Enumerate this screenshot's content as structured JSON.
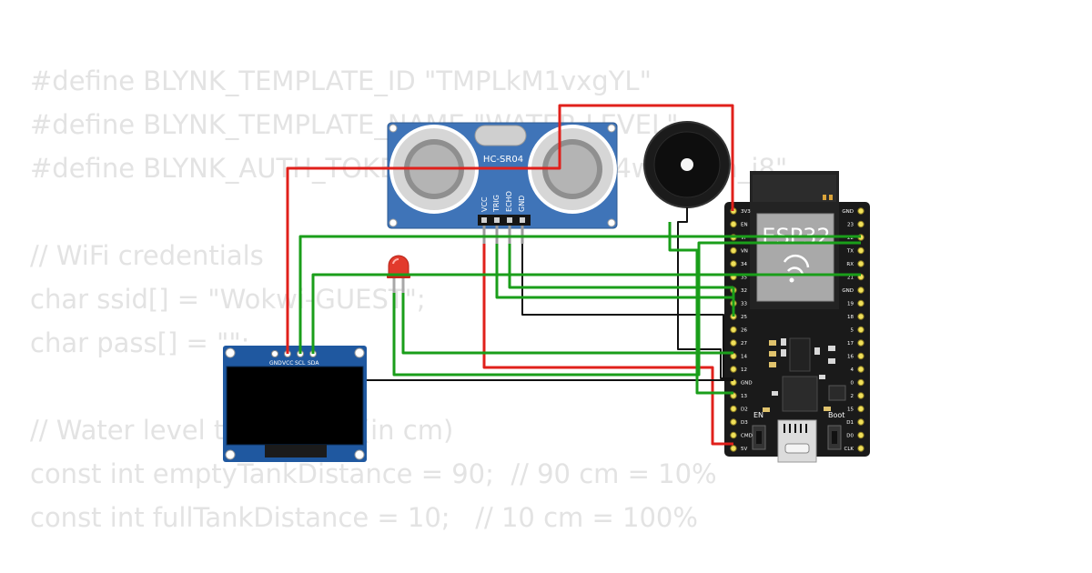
{
  "code_lines": [
    "#define BLYNK_TEMPLATE_ID \"TMPLkM1vxgYL\"",
    "#define BLYNK_TEMPLATE_NAME \"WATER LEVEL\"",
    "#define BLYNK_AUTH_TOKEN \"-_ pMIz ysc274wkZIUIh_i8\"",
    "",
    "// WiFi credentials",
    "char ssid[] = \"Wokwi-GUEST\";",
    "char pass[] = \"\";",
    "",
    "// Water level thresholds (in cm)",
    "const int emptyTankDistance = 90;  // 90 cm = 10%",
    "const int fullTankDistance = 10;   // 10 cm = 100%"
  ],
  "ultrasonic": {
    "model": "HC-SR04",
    "pins": [
      "VCC",
      "TRIG",
      "ECHO",
      "GND"
    ]
  },
  "oled": {
    "pins": [
      "GND",
      "VCC",
      "SCL",
      "SDA"
    ]
  },
  "esp32": {
    "label": "ESP32",
    "left_pins": [
      "3V3",
      "EN",
      "VP",
      "VN",
      "34",
      "35",
      "32",
      "33",
      "25",
      "26",
      "27",
      "14",
      "12",
      "GND",
      "13",
      "D2",
      "D3",
      "CMD",
      "5V"
    ],
    "right_pins": [
      "GND",
      "23",
      "22",
      "TX",
      "RX",
      "21",
      "GND",
      "19",
      "18",
      "5",
      "17",
      "16",
      "4",
      "0",
      "2",
      "15",
      "D1",
      "D0",
      "CLK"
    ],
    "button_left": "EN",
    "button_right": "Boot"
  },
  "colors": {
    "wire_red": "#e0201b",
    "wire_green": "#1a9e1a",
    "wire_black": "#111111",
    "sensor_blue": "#3f74b8",
    "oled_blue": "#1f58a0",
    "board_black": "#1a1a1a",
    "code_text": "#e3e3e3"
  }
}
